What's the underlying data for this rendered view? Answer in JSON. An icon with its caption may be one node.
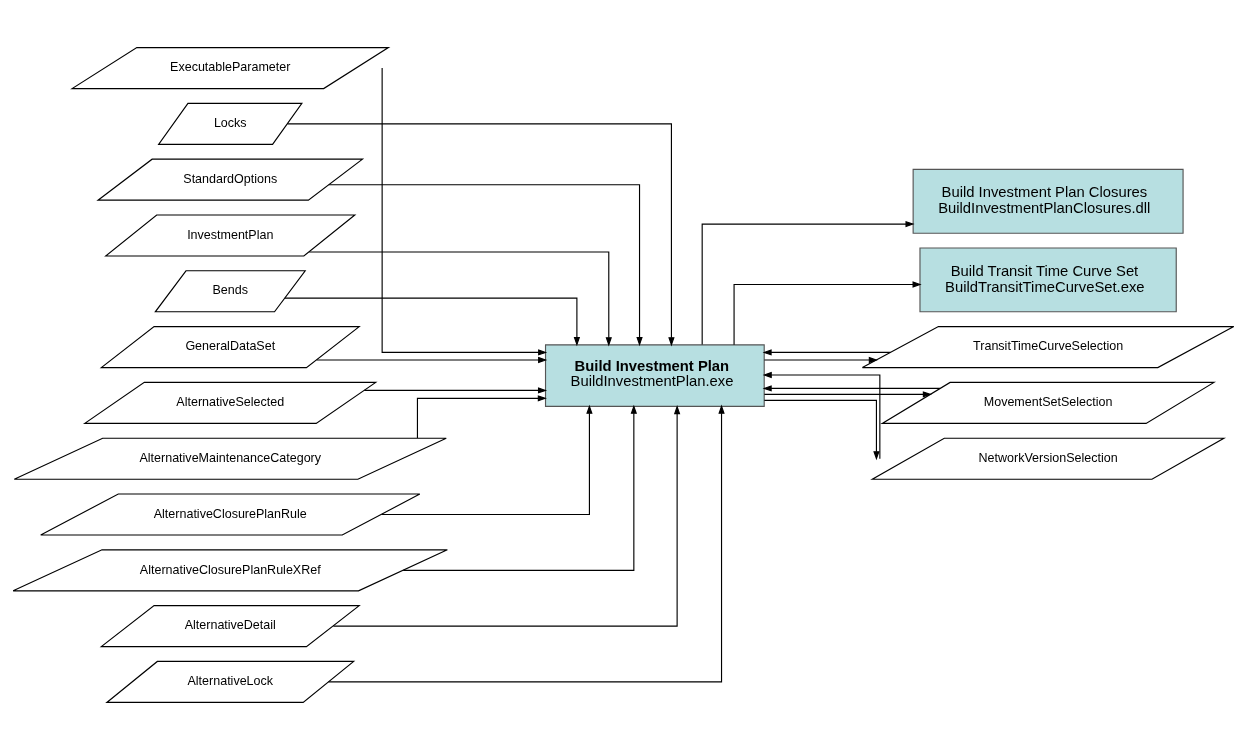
{
  "diagram": {
    "nodes": [
      {
        "text": [
          "ExecutableParameter"
        ]
      },
      {
        "text": [
          "Locks"
        ]
      },
      {
        "text": [
          "StandardOptions"
        ]
      },
      {
        "text": [
          "InvestmentPlan"
        ]
      },
      {
        "text": [
          "Bends"
        ]
      },
      {
        "text": [
          "GeneralDataSet"
        ]
      },
      {
        "text": [
          "AlternativeSelected"
        ]
      },
      {
        "text": [
          "AlternativeMaintenanceCategory"
        ]
      },
      {
        "text": [
          "AlternativeClosurePlanRule"
        ]
      },
      {
        "text": [
          "Build Investment Plan",
          "BuildInvestmentPlan.exe"
        ]
      },
      {
        "text": [
          "Build Investment Plan Closures",
          "BuildInvestmentPlanClosures.dll"
        ]
      },
      {
        "text": [
          "AlternativeClosurePlanRuleXRef"
        ]
      },
      {
        "text": [
          "AlternativeDetail"
        ]
      },
      {
        "text": [
          "Build Transit Time Curve Set",
          "BuildTransitTimeCurveSet.exe"
        ]
      },
      {
        "text": [
          "AlternativeLock"
        ]
      },
      {
        "text": [
          "TransitTimeCurveSelection"
        ]
      },
      {
        "text": [
          "MovementSetSelection"
        ]
      },
      {
        "text": [
          "NetworkVersionSelection"
        ]
      }
    ],
    "edges": [
      {
        "from": 0,
        "to": 9,
        "arrow": "to"
      },
      {
        "from": 1,
        "to": 9,
        "arrow": "to"
      },
      {
        "from": 4,
        "to": 9,
        "arrow": "to"
      },
      {
        "from": 2,
        "to": 9,
        "arrow": "to"
      },
      {
        "from": 3,
        "to": 9,
        "arrow": "to"
      },
      {
        "from": 5,
        "to": 9,
        "arrow": "to"
      },
      {
        "from": 6,
        "to": 9,
        "arrow": "to"
      },
      {
        "from": 7,
        "to": 9,
        "arrow": "to"
      },
      {
        "from": 8,
        "to": 9,
        "arrow": "to"
      },
      {
        "from": 11,
        "to": 9,
        "arrow": "to"
      },
      {
        "from": 12,
        "to": 9,
        "arrow": "to"
      },
      {
        "from": 14,
        "to": 9,
        "arrow": "to"
      },
      {
        "from": 9,
        "to": 10,
        "arrow": "to"
      },
      {
        "from": 9,
        "to": 13,
        "arrow": "to"
      },
      {
        "from": 9,
        "to": 16,
        "arrow": "to"
      },
      {
        "from": 16,
        "to": 9,
        "arrow": "to"
      },
      {
        "from": 9,
        "to": 17,
        "arrow": "to"
      },
      {
        "from": 17,
        "to": 9,
        "arrow": "to"
      },
      {
        "from": 9,
        "to": 15,
        "arrow": "to"
      },
      {
        "from": 15,
        "to": 9,
        "arrow": "to"
      }
    ]
  }
}
